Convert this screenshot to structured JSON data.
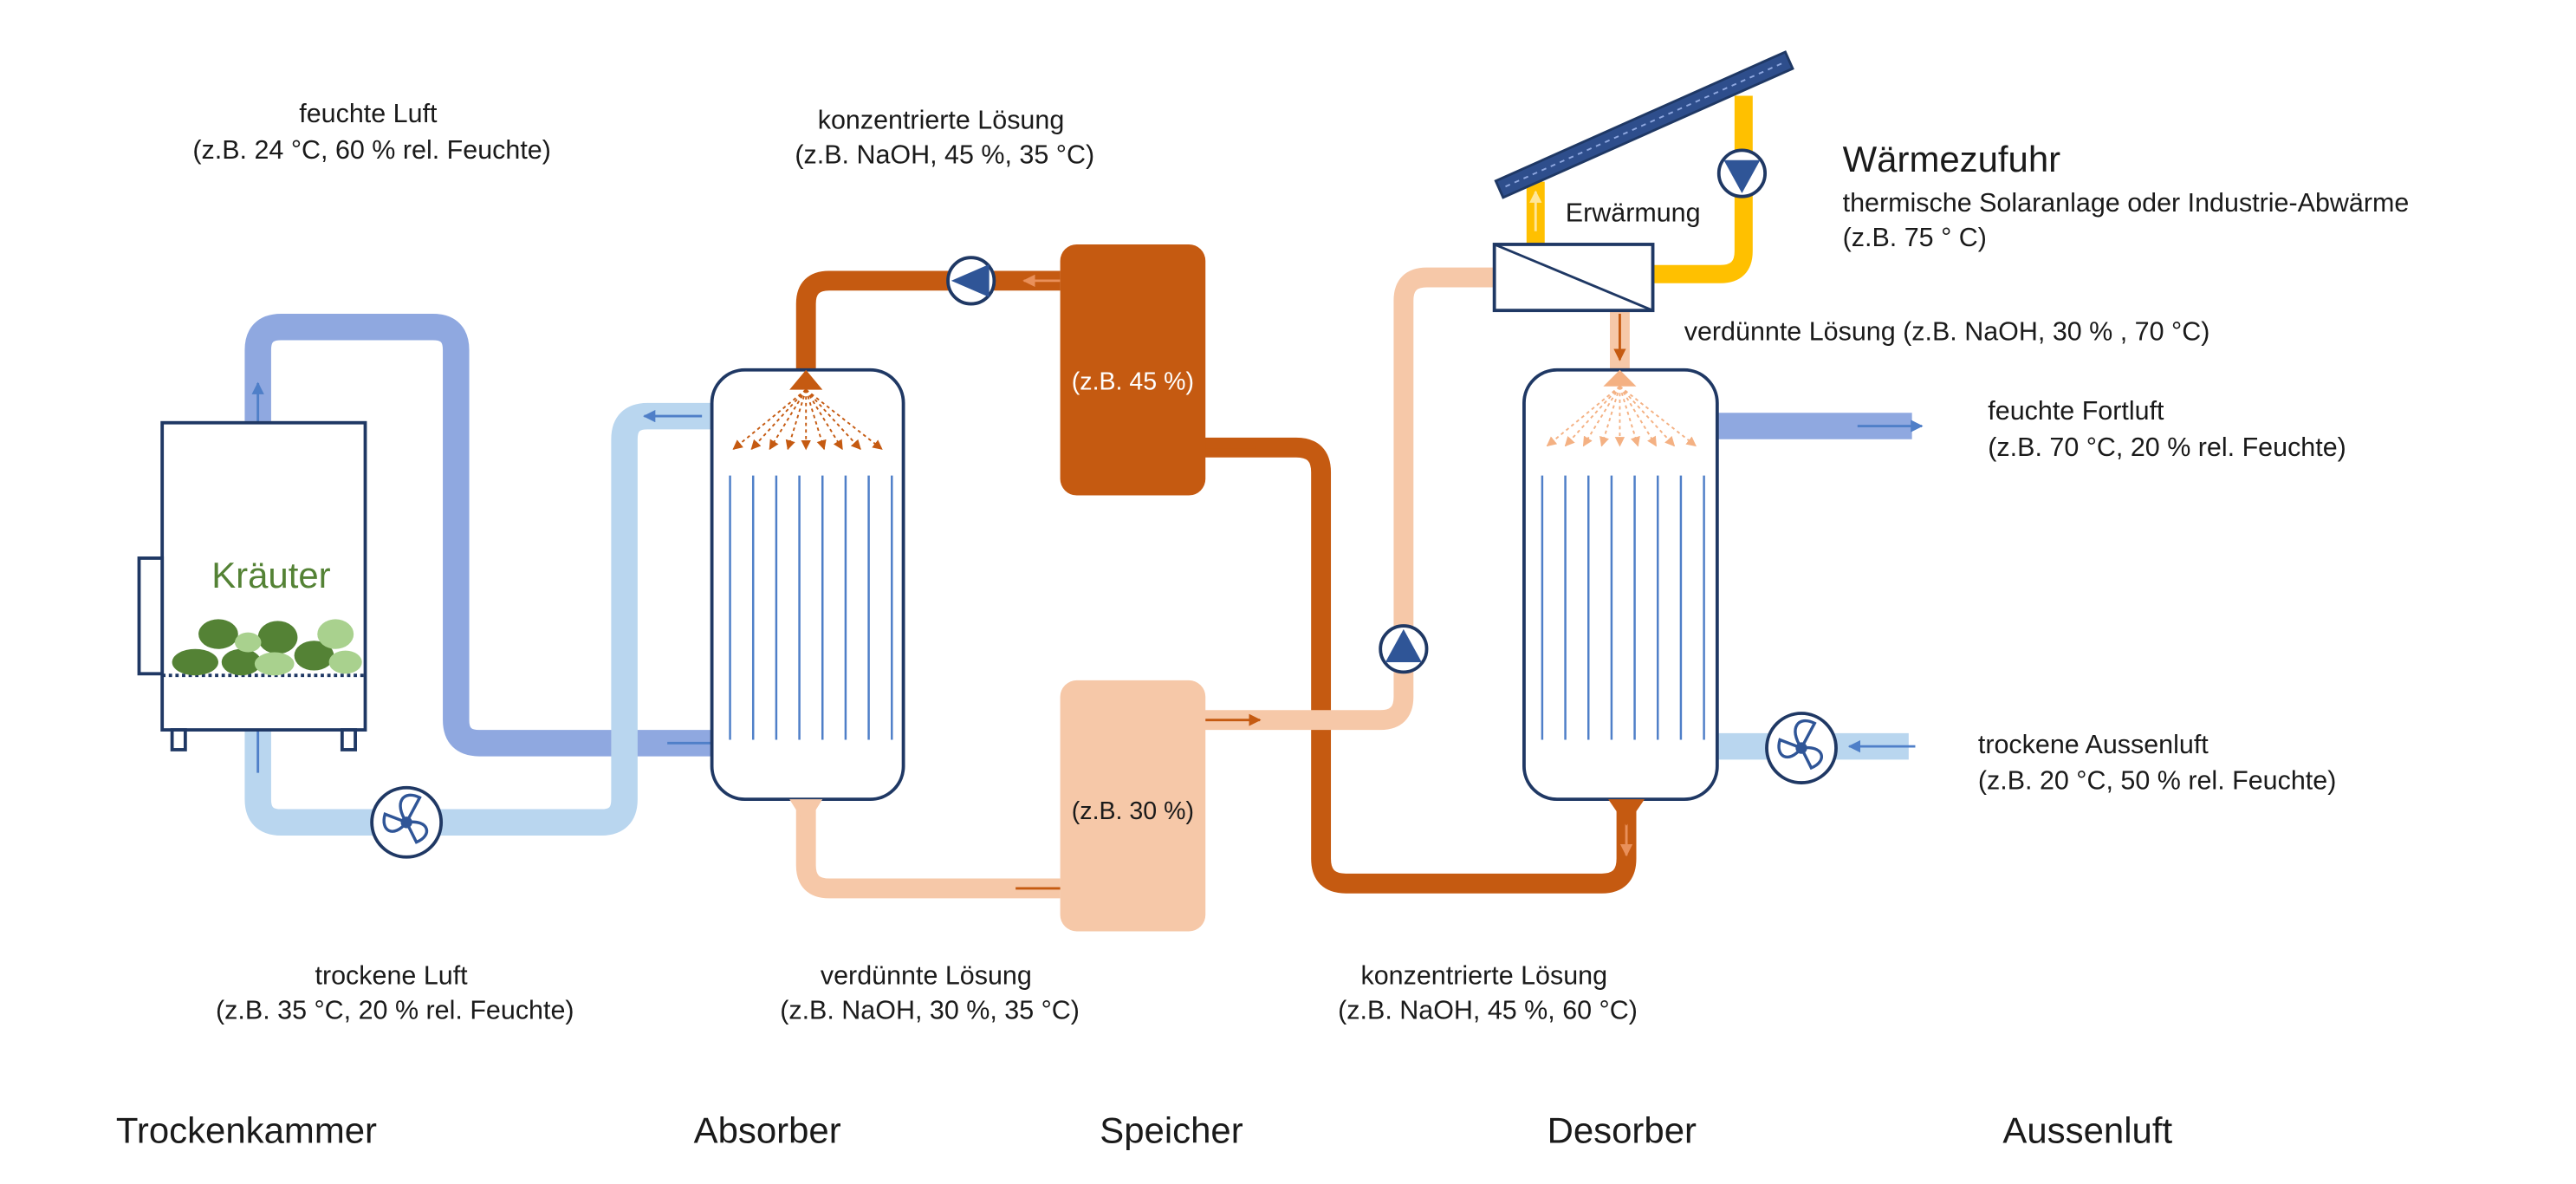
{
  "colors": {
    "humid_air_blue": "#8fa8e0",
    "dry_air_blue": "#b9d6ef",
    "concentrated_solution": "#c55a11",
    "diluted_solution": "#f6c8a8",
    "heating_yellow": "#ffc000",
    "outline_navy": "#1f3864",
    "herb_green": "#548235"
  },
  "labels": {
    "humid_air": {
      "line1": "feuchte Luft",
      "line2": "(z.B. 24 °C, 60 % rel. Feuchte)"
    },
    "conc_top": {
      "line1": "konzentrierte Lösung",
      "line2": "(z.B. NaOH, 45 %, 35 °C)"
    },
    "heat_title": "Wärmezufuhr",
    "heat_line1": "thermische Solaranlage oder Industrie-Abwärme",
    "heat_line2": "(z.B. 75 ° C)",
    "heating": "Erwärmung",
    "diluted_hot": "verdünnte Lösung (z.B. NaOH, 30 % , 70 °C)",
    "exhaust": {
      "line1": "feuchte Fortluft",
      "line2": "(z.B. 70 °C, 20 % rel. Feuchte)"
    },
    "outside_dry": {
      "line1": "trockene Aussenluft",
      "line2": "(z.B. 20 °C, 50 % rel. Feuchte)"
    },
    "tank_top": "(z.B. 45 %)",
    "tank_bottom": "(z.B. 30 %)",
    "herbs": "Kräuter",
    "dry_air": {
      "line1": "trockene Luft",
      "line2": "(z.B. 35 °C, 20 % rel. Feuchte)"
    },
    "diluted_bottom": {
      "line1": "verdünnte Lösung",
      "line2": "(z.B. NaOH, 30 %, 35 °C)"
    },
    "conc_bottom": {
      "line1": "konzentrierte  Lösung",
      "line2": "(z.B. NaOH, 45 %, 60 °C)"
    }
  },
  "sections": [
    "Trockenkammer",
    "Absorber",
    "Speicher",
    "Desorber",
    "Aussenluft"
  ],
  "icons": {
    "fan": "fan-icon",
    "pump": "pump-icon",
    "solar_panel": "solar-panel-icon",
    "heat_exchanger": "heat-exchanger-icon",
    "herbs": "herbs-icon"
  }
}
